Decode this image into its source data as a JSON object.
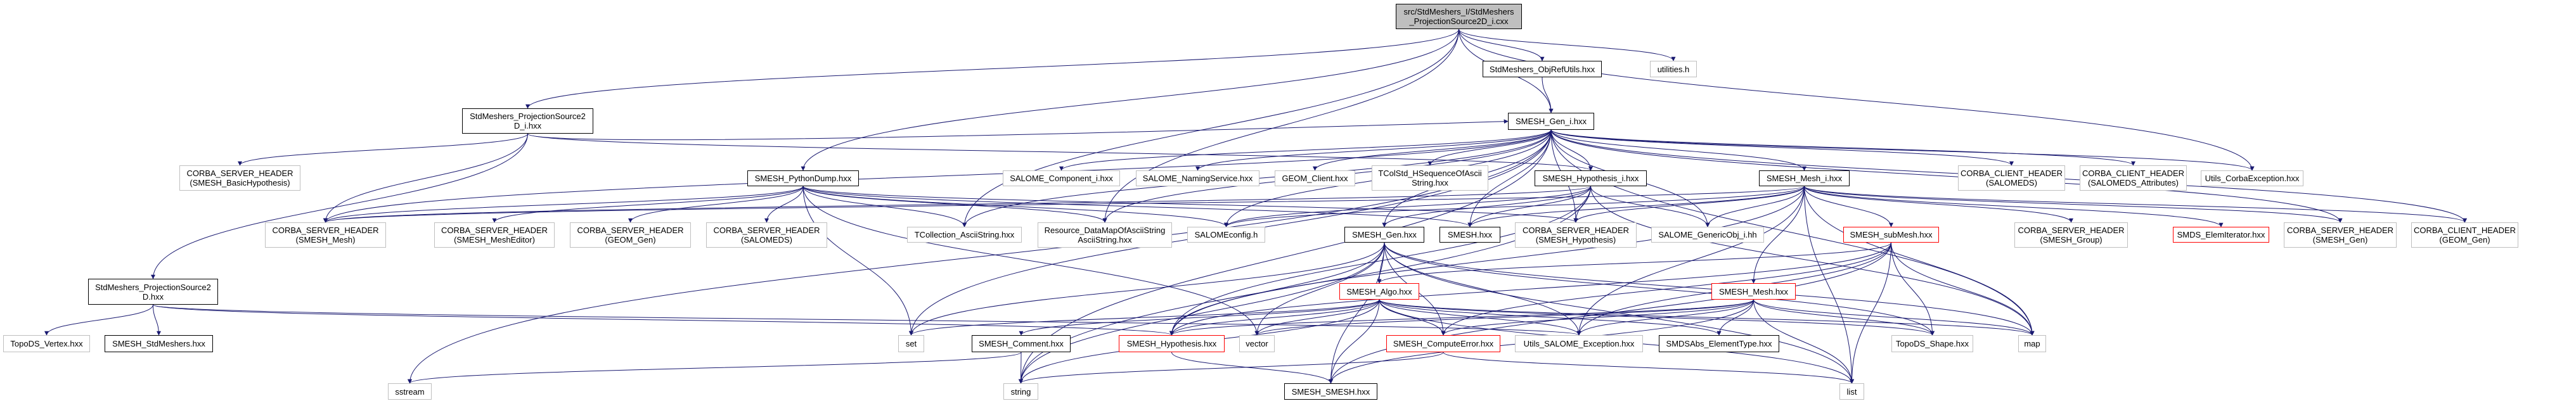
{
  "graph": {
    "edge_color": "#191970",
    "nodes": [
      {
        "id": "root",
        "label": "src/StdMeshers_I/StdMeshers\n_ProjectionSource2D_i.cxx",
        "style": "root"
      },
      {
        "id": "ps2di",
        "label": "StdMeshers_ProjectionSource2\nD_i.hxx",
        "style": "black"
      },
      {
        "id": "objref",
        "label": "StdMeshers_ObjRefUtils.hxx",
        "style": "black"
      },
      {
        "id": "utilities",
        "label": "utilities.h",
        "style": "gray"
      },
      {
        "id": "geni",
        "label": "SMESH_Gen_i.hxx",
        "style": "black"
      },
      {
        "id": "csh_basichyp",
        "label": "CORBA_SERVER_HEADER\n(SMESH_BasicHypothesis)",
        "style": "gray"
      },
      {
        "id": "pydump",
        "label": "SMESH_PythonDump.hxx",
        "style": "black"
      },
      {
        "id": "salcomp",
        "label": "SALOME_Component_i.hxx",
        "style": "gray"
      },
      {
        "id": "salnaming",
        "label": "SALOME_NamingService.hxx",
        "style": "gray"
      },
      {
        "id": "geomclient",
        "label": "GEOM_Client.hxx",
        "style": "gray"
      },
      {
        "id": "tcolstd",
        "label": "TColStd_HSequenceOfAscii\nString.hxx",
        "style": "gray"
      },
      {
        "id": "hypi",
        "label": "SMESH_Hypothesis_i.hxx",
        "style": "black"
      },
      {
        "id": "meshi",
        "label": "SMESH_Mesh_i.hxx",
        "style": "black"
      },
      {
        "id": "cch_salomeds",
        "label": "CORBA_CLIENT_HEADER\n(SALOMEDS)",
        "style": "gray"
      },
      {
        "id": "cch_salomeds_attr",
        "label": "CORBA_CLIENT_HEADER\n(SALOMEDS_Attributes)",
        "style": "gray"
      },
      {
        "id": "corbaexc",
        "label": "Utils_CorbaException.hxx",
        "style": "gray"
      },
      {
        "id": "csh_mesh",
        "label": "CORBA_SERVER_HEADER\n(SMESH_Mesh)",
        "style": "gray"
      },
      {
        "id": "csh_editor",
        "label": "CORBA_SERVER_HEADER\n(SMESH_MeshEditor)",
        "style": "gray"
      },
      {
        "id": "csh_geomgen",
        "label": "CORBA_SERVER_HEADER\n(GEOM_Gen)",
        "style": "gray"
      },
      {
        "id": "csh_salomeds",
        "label": "CORBA_SERVER_HEADER\n(SALOMEDS)",
        "style": "gray"
      },
      {
        "id": "tcoll",
        "label": "TCollection_AsciiString.hxx",
        "style": "gray"
      },
      {
        "id": "resource",
        "label": "Resource_DataMapOfAsciiString\nAsciiString.hxx",
        "style": "gray"
      },
      {
        "id": "salomeconfig",
        "label": "SALOMEconfig.h",
        "style": "gray"
      },
      {
        "id": "gen",
        "label": "SMESH_Gen.hxx",
        "style": "black"
      },
      {
        "id": "smeshhxx",
        "label": "SMESH.hxx",
        "style": "black"
      },
      {
        "id": "csh_hyp",
        "label": "CORBA_SERVER_HEADER\n(SMESH_Hypothesis)",
        "style": "gray"
      },
      {
        "id": "genericobj",
        "label": "SALOME_GenericObj_i.hh",
        "style": "gray"
      },
      {
        "id": "submesh",
        "label": "SMESH_subMesh.hxx",
        "style": "red"
      },
      {
        "id": "csh_group",
        "label": "CORBA_SERVER_HEADER\n(SMESH_Group)",
        "style": "gray"
      },
      {
        "id": "elemiter",
        "label": "SMDS_ElemIterator.hxx",
        "style": "red"
      },
      {
        "id": "csh_smeshgen",
        "label": "CORBA_SERVER_HEADER\n(SMESH_Gen)",
        "style": "gray"
      },
      {
        "id": "cch_geomgen",
        "label": "CORBA_CLIENT_HEADER\n(GEOM_Gen)",
        "style": "gray"
      },
      {
        "id": "ps2d",
        "label": "StdMeshers_ProjectionSource2\nD.hxx",
        "style": "black"
      },
      {
        "id": "algo",
        "label": "SMESH_Algo.hxx",
        "style": "red"
      },
      {
        "id": "mesh",
        "label": "SMESH_Mesh.hxx",
        "style": "red"
      },
      {
        "id": "vertex",
        "label": "TopoDS_Vertex.hxx",
        "style": "gray"
      },
      {
        "id": "stdmeshers",
        "label": "SMESH_StdMeshers.hxx",
        "style": "black"
      },
      {
        "id": "set",
        "label": "set",
        "style": "gray"
      },
      {
        "id": "comment",
        "label": "SMESH_Comment.hxx",
        "style": "black"
      },
      {
        "id": "hyp",
        "label": "SMESH_Hypothesis.hxx",
        "style": "red"
      },
      {
        "id": "vector",
        "label": "vector",
        "style": "gray"
      },
      {
        "id": "computeerror",
        "label": "SMESH_ComputeError.hxx",
        "style": "red"
      },
      {
        "id": "salomeexc",
        "label": "Utils_SALOME_Exception.hxx",
        "style": "gray"
      },
      {
        "id": "elemtype",
        "label": "SMDSAbs_ElementType.hxx",
        "style": "black"
      },
      {
        "id": "shape",
        "label": "TopoDS_Shape.hxx",
        "style": "gray"
      },
      {
        "id": "map",
        "label": "map",
        "style": "gray"
      },
      {
        "id": "sstream",
        "label": "sstream",
        "style": "gray"
      },
      {
        "id": "string",
        "label": "string",
        "style": "gray"
      },
      {
        "id": "smeshsmesh",
        "label": "SMESH_SMESH.hxx",
        "style": "black"
      },
      {
        "id": "list",
        "label": "list",
        "style": "gray"
      }
    ],
    "edges": [
      [
        "root",
        "ps2di"
      ],
      [
        "root",
        "pydump"
      ],
      [
        "root",
        "objref"
      ],
      [
        "root",
        "utilities"
      ],
      [
        "root",
        "geni"
      ],
      [
        "root",
        "corbaexc"
      ],
      [
        "root",
        "resource"
      ],
      [
        "root",
        "tcoll"
      ],
      [
        "ps2di",
        "csh_basichyp"
      ],
      [
        "ps2di",
        "csh_mesh"
      ],
      [
        "ps2di",
        "ps2d"
      ],
      [
        "ps2di",
        "hypi"
      ],
      [
        "ps2di",
        "geni"
      ],
      [
        "ps2d",
        "vertex"
      ],
      [
        "ps2d",
        "stdmeshers"
      ],
      [
        "ps2d",
        "hyp"
      ],
      [
        "ps2d",
        "salomeexc"
      ],
      [
        "objref",
        "geni"
      ],
      [
        "geni",
        "salcomp"
      ],
      [
        "geni",
        "salnaming"
      ],
      [
        "geni",
        "geomclient"
      ],
      [
        "geni",
        "tcolstd"
      ],
      [
        "geni",
        "hypi"
      ],
      [
        "geni",
        "meshi"
      ],
      [
        "geni",
        "cch_salomeds"
      ],
      [
        "geni",
        "cch_salomeds_attr"
      ],
      [
        "geni",
        "corbaexc"
      ],
      [
        "geni",
        "csh_mesh"
      ],
      [
        "geni",
        "gen"
      ],
      [
        "geni",
        "smeshhxx"
      ],
      [
        "geni",
        "csh_hyp"
      ],
      [
        "geni",
        "genericobj"
      ],
      [
        "geni",
        "salomeconfig"
      ],
      [
        "geni",
        "csh_smeshgen"
      ],
      [
        "geni",
        "cch_geomgen"
      ],
      [
        "geni",
        "map"
      ],
      [
        "geni",
        "sstream"
      ],
      [
        "geni",
        "tcoll"
      ],
      [
        "geni",
        "resource"
      ],
      [
        "geni",
        "string"
      ],
      [
        "geni",
        "set"
      ],
      [
        "pydump",
        "csh_mesh"
      ],
      [
        "pydump",
        "csh_editor"
      ],
      [
        "pydump",
        "csh_geomgen"
      ],
      [
        "pydump",
        "csh_salomeds"
      ],
      [
        "pydump",
        "tcoll"
      ],
      [
        "pydump",
        "resource"
      ],
      [
        "pydump",
        "salomeconfig"
      ],
      [
        "pydump",
        "smeshhxx"
      ],
      [
        "pydump",
        "set"
      ],
      [
        "pydump",
        "vector"
      ],
      [
        "pydump",
        "csh_hyp"
      ],
      [
        "hypi",
        "csh_mesh"
      ],
      [
        "hypi",
        "gen"
      ],
      [
        "hypi",
        "smeshhxx"
      ],
      [
        "hypi",
        "csh_hyp"
      ],
      [
        "hypi",
        "genericobj"
      ],
      [
        "hypi",
        "salomeconfig"
      ],
      [
        "hypi",
        "hyp"
      ],
      [
        "hypi",
        "map"
      ],
      [
        "hypi",
        "string"
      ],
      [
        "meshi",
        "csh_mesh"
      ],
      [
        "meshi",
        "csh_hyp"
      ],
      [
        "meshi",
        "genericobj"
      ],
      [
        "meshi",
        "submesh"
      ],
      [
        "meshi",
        "mesh"
      ],
      [
        "meshi",
        "csh_group"
      ],
      [
        "meshi",
        "elemiter"
      ],
      [
        "meshi",
        "csh_smeshgen"
      ],
      [
        "meshi",
        "cch_geomgen"
      ],
      [
        "meshi",
        "map"
      ],
      [
        "meshi",
        "smeshhxx"
      ],
      [
        "meshi",
        "salomeconfig"
      ],
      [
        "meshi",
        "hyp"
      ],
      [
        "meshi",
        "list"
      ],
      [
        "meshi",
        "salomeexc"
      ],
      [
        "gen",
        "algo"
      ],
      [
        "gen",
        "computeerror"
      ],
      [
        "gen",
        "salomeexc"
      ],
      [
        "gen",
        "hyp"
      ],
      [
        "gen",
        "smeshsmesh"
      ],
      [
        "gen",
        "shape"
      ],
      [
        "gen",
        "map"
      ],
      [
        "gen",
        "list"
      ],
      [
        "gen",
        "vector"
      ],
      [
        "gen",
        "string"
      ],
      [
        "gen",
        "set"
      ],
      [
        "algo",
        "comment"
      ],
      [
        "algo",
        "computeerror"
      ],
      [
        "algo",
        "hyp"
      ],
      [
        "algo",
        "smeshsmesh"
      ],
      [
        "algo",
        "set"
      ],
      [
        "algo",
        "vector"
      ],
      [
        "algo",
        "list"
      ],
      [
        "algo",
        "map"
      ],
      [
        "algo",
        "shape"
      ],
      [
        "algo",
        "string"
      ],
      [
        "algo",
        "elemtype"
      ],
      [
        "algo",
        "salomeexc"
      ],
      [
        "mesh",
        "computeerror"
      ],
      [
        "mesh",
        "salomeexc"
      ],
      [
        "mesh",
        "elemtype"
      ],
      [
        "mesh",
        "shape"
      ],
      [
        "mesh",
        "map"
      ],
      [
        "mesh",
        "list"
      ],
      [
        "mesh",
        "smeshsmesh"
      ],
      [
        "mesh",
        "hyp"
      ],
      [
        "mesh",
        "vector"
      ],
      [
        "submesh",
        "algo"
      ],
      [
        "submesh",
        "computeerror"
      ],
      [
        "submesh",
        "hyp"
      ],
      [
        "submesh",
        "shape"
      ],
      [
        "submesh",
        "map"
      ],
      [
        "submesh",
        "list"
      ],
      [
        "submesh",
        "smeshsmesh"
      ],
      [
        "submesh",
        "salomeexc"
      ],
      [
        "comment",
        "string"
      ],
      [
        "comment",
        "sstream"
      ],
      [
        "hyp",
        "smeshsmesh"
      ],
      [
        "computeerror",
        "string"
      ],
      [
        "computeerror",
        "list"
      ]
    ]
  }
}
